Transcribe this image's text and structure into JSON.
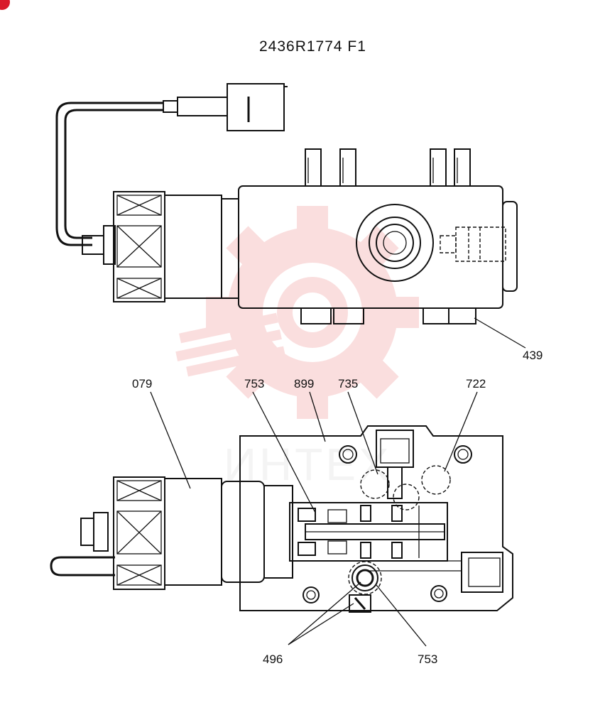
{
  "title": "2436R1774 F1",
  "watermark": {
    "text": "ИНТЕХ",
    "color": "#f4b6b6"
  },
  "accent": "#d91a2a",
  "callouts": {
    "c439": "439",
    "c079": "079",
    "c753a": "753",
    "c899": "899",
    "c735": "735",
    "c722": "722",
    "c496": "496",
    "c753b": "753"
  }
}
